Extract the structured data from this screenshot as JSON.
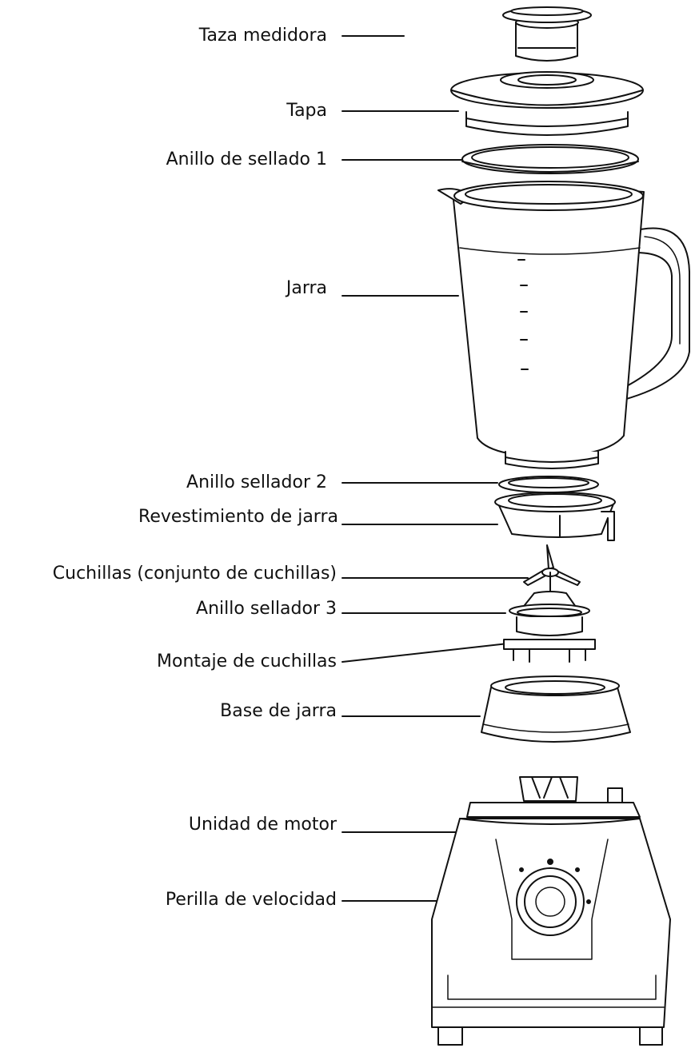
{
  "parts": [
    {
      "id": "measuring-cup",
      "label": "Taza medidora"
    },
    {
      "id": "lid",
      "label": "Tapa"
    },
    {
      "id": "sealing-ring-1",
      "label": "Anillo de sellado 1"
    },
    {
      "id": "jar",
      "label": "Jarra"
    },
    {
      "id": "sealing-ring-2",
      "label": "Anillo sellador 2"
    },
    {
      "id": "jar-sleeve",
      "label": "Revestimiento de jarra"
    },
    {
      "id": "blades",
      "label": "Cuchillas (conjunto de cuchillas)"
    },
    {
      "id": "sealing-ring-3",
      "label": "Anillo sellador 3"
    },
    {
      "id": "blade-mount",
      "label": "Montaje de cuchillas"
    },
    {
      "id": "jar-base",
      "label": "Base de jarra"
    },
    {
      "id": "motor-unit",
      "label": "Unidad de motor"
    },
    {
      "id": "speed-knob",
      "label": "Perilla de velocidad"
    }
  ],
  "colors": {
    "line": "#111111",
    "background": "#ffffff"
  }
}
